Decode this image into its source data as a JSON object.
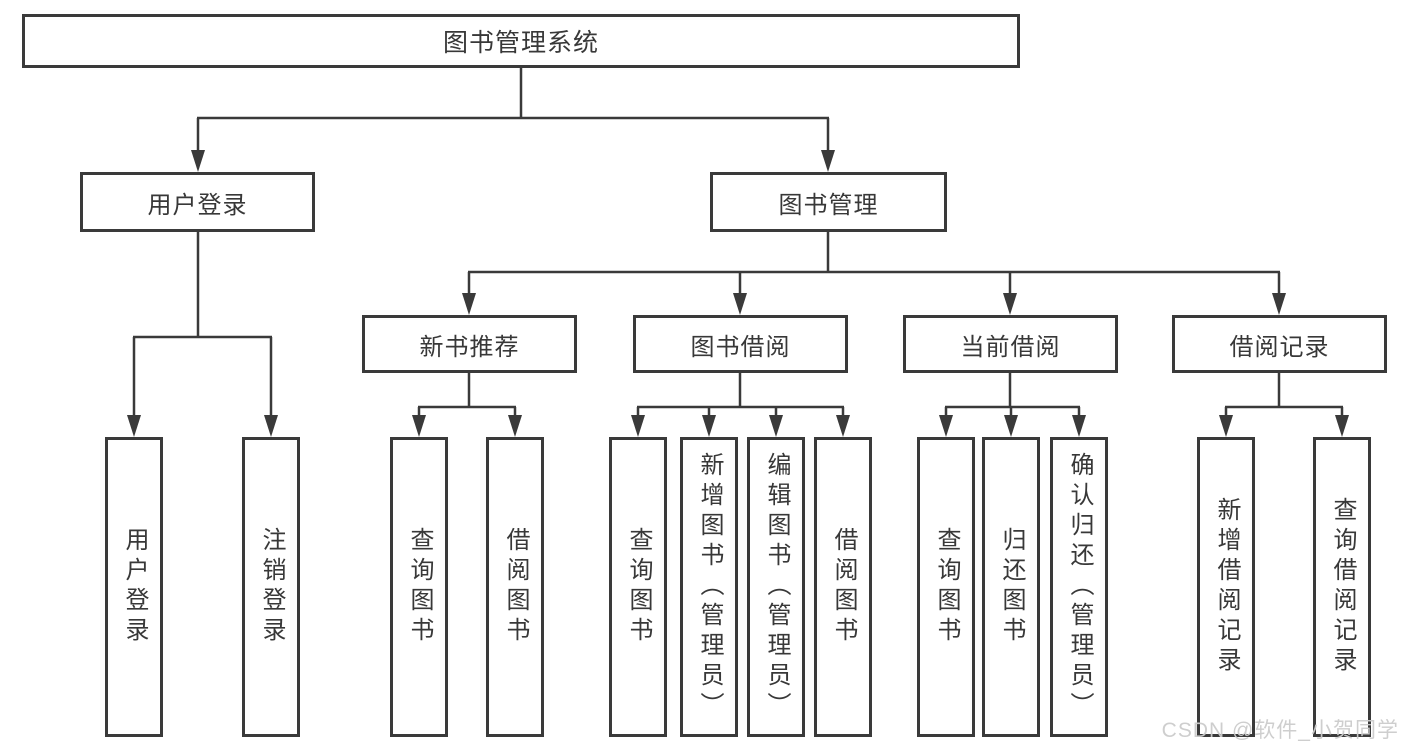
{
  "diagram": {
    "title": "图书管理系统",
    "branches": [
      {
        "label": "用户登录",
        "children": [
          {
            "label": "用户登录"
          },
          {
            "label": "注销登录"
          }
        ]
      },
      {
        "label": "图书管理",
        "children": [
          {
            "label": "新书推荐",
            "children": [
              {
                "label": "查询图书"
              },
              {
                "label": "借阅图书"
              }
            ]
          },
          {
            "label": "图书借阅",
            "children": [
              {
                "label": "查询图书"
              },
              {
                "label": "新增图书（管理员）"
              },
              {
                "label": "编辑图书（管理员）"
              },
              {
                "label": "借阅图书"
              }
            ]
          },
          {
            "label": "当前借阅",
            "children": [
              {
                "label": "查询图书"
              },
              {
                "label": "归还图书"
              },
              {
                "label": "确认归还（管理员）"
              }
            ]
          },
          {
            "label": "借阅记录",
            "children": [
              {
                "label": "新增借阅记录"
              },
              {
                "label": "查询借阅记录"
              }
            ]
          }
        ]
      }
    ]
  },
  "watermark": {
    "text": "CSDN @软件_小贺同学"
  },
  "colors": {
    "line": "#3a3a3a",
    "border": "#3a3a3a",
    "text": "#383838",
    "watermark": "#cccccc",
    "background": "#ffffff"
  }
}
